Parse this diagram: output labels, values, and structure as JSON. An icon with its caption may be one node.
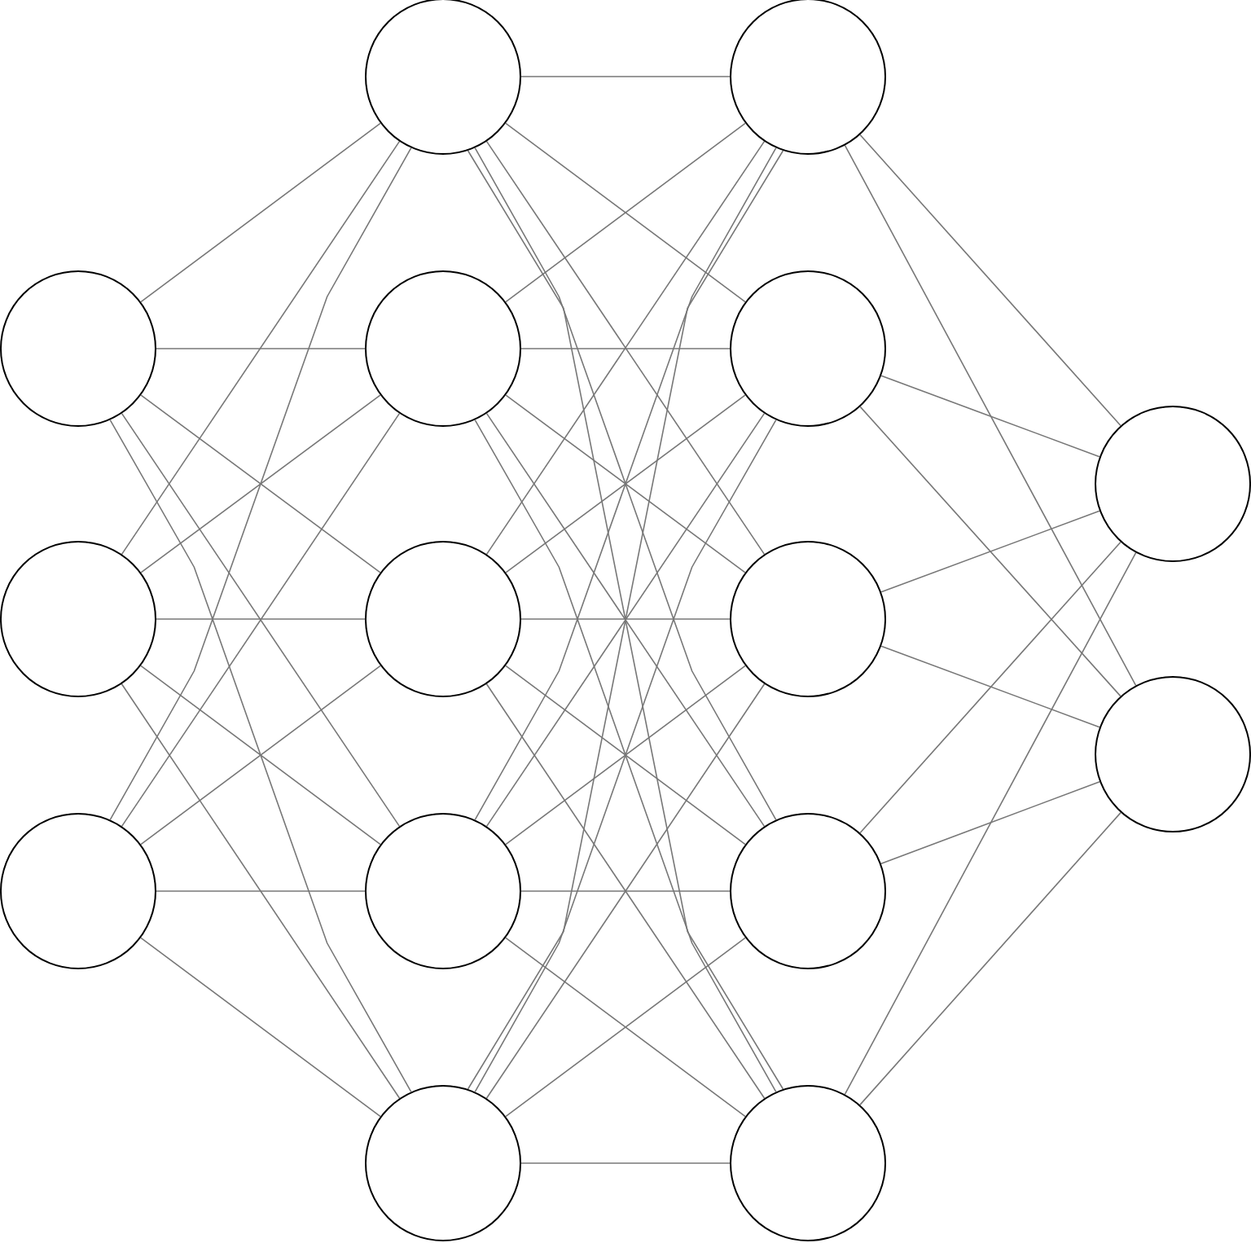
{
  "diagram": {
    "nodes": [
      {
        "text": [],
        "shape": "circle"
      },
      {
        "text": [],
        "shape": "circle"
      },
      {
        "text": [],
        "shape": "circle"
      },
      {
        "text": [],
        "shape": "circle"
      },
      {
        "text": [],
        "shape": "circle"
      },
      {
        "text": [],
        "shape": "circle"
      },
      {
        "text": [],
        "shape": "circle"
      },
      {
        "text": [],
        "shape": "circle"
      },
      {
        "text": [],
        "shape": "circle"
      },
      {
        "text": [],
        "shape": "circle"
      },
      {
        "text": [],
        "shape": "circle"
      },
      {
        "text": [],
        "shape": "circle"
      },
      {
        "text": [],
        "shape": "circle"
      },
      {
        "text": [],
        "shape": "circle"
      },
      {
        "text": [],
        "shape": "circle"
      }
    ],
    "edges": [
      {
        "from": 0,
        "to": 3,
        "arrow": "none"
      },
      {
        "from": 0,
        "to": 4,
        "arrow": "none"
      },
      {
        "from": 0,
        "to": 5,
        "arrow": "none"
      },
      {
        "from": 0,
        "to": 6,
        "arrow": "none"
      },
      {
        "from": 0,
        "to": 7,
        "arrow": "none"
      },
      {
        "from": 1,
        "to": 3,
        "arrow": "none"
      },
      {
        "from": 1,
        "to": 4,
        "arrow": "none"
      },
      {
        "from": 1,
        "to": 5,
        "arrow": "none"
      },
      {
        "from": 1,
        "to": 6,
        "arrow": "none"
      },
      {
        "from": 1,
        "to": 7,
        "arrow": "none"
      },
      {
        "from": 2,
        "to": 3,
        "arrow": "none"
      },
      {
        "from": 2,
        "to": 4,
        "arrow": "none"
      },
      {
        "from": 2,
        "to": 5,
        "arrow": "none"
      },
      {
        "from": 2,
        "to": 6,
        "arrow": "none"
      },
      {
        "from": 2,
        "to": 7,
        "arrow": "none"
      },
      {
        "from": 3,
        "to": 8,
        "arrow": "none"
      },
      {
        "from": 3,
        "to": 9,
        "arrow": "none"
      },
      {
        "from": 3,
        "to": 10,
        "arrow": "none"
      },
      {
        "from": 3,
        "to": 11,
        "arrow": "none"
      },
      {
        "from": 3,
        "to": 12,
        "arrow": "none"
      },
      {
        "from": 4,
        "to": 8,
        "arrow": "none"
      },
      {
        "from": 4,
        "to": 9,
        "arrow": "none"
      },
      {
        "from": 4,
        "to": 10,
        "arrow": "none"
      },
      {
        "from": 4,
        "to": 11,
        "arrow": "none"
      },
      {
        "from": 4,
        "to": 12,
        "arrow": "none"
      },
      {
        "from": 5,
        "to": 8,
        "arrow": "none"
      },
      {
        "from": 5,
        "to": 9,
        "arrow": "none"
      },
      {
        "from": 5,
        "to": 10,
        "arrow": "none"
      },
      {
        "from": 5,
        "to": 11,
        "arrow": "none"
      },
      {
        "from": 5,
        "to": 12,
        "arrow": "none"
      },
      {
        "from": 6,
        "to": 8,
        "arrow": "none"
      },
      {
        "from": 6,
        "to": 9,
        "arrow": "none"
      },
      {
        "from": 6,
        "to": 10,
        "arrow": "none"
      },
      {
        "from": 6,
        "to": 11,
        "arrow": "none"
      },
      {
        "from": 6,
        "to": 12,
        "arrow": "none"
      },
      {
        "from": 7,
        "to": 8,
        "arrow": "none"
      },
      {
        "from": 7,
        "to": 9,
        "arrow": "none"
      },
      {
        "from": 7,
        "to": 10,
        "arrow": "none"
      },
      {
        "from": 7,
        "to": 11,
        "arrow": "none"
      },
      {
        "from": 7,
        "to": 12,
        "arrow": "none"
      },
      {
        "from": 8,
        "to": 13,
        "arrow": "none"
      },
      {
        "from": 8,
        "to": 14,
        "arrow": "none"
      },
      {
        "from": 9,
        "to": 13,
        "arrow": "none"
      },
      {
        "from": 9,
        "to": 14,
        "arrow": "none"
      },
      {
        "from": 10,
        "to": 13,
        "arrow": "none"
      },
      {
        "from": 10,
        "to": 14,
        "arrow": "none"
      },
      {
        "from": 11,
        "to": 13,
        "arrow": "none"
      },
      {
        "from": 11,
        "to": 14,
        "arrow": "none"
      },
      {
        "from": 12,
        "to": 13,
        "arrow": "none"
      },
      {
        "from": 12,
        "to": 14,
        "arrow": "none"
      }
    ]
  }
}
